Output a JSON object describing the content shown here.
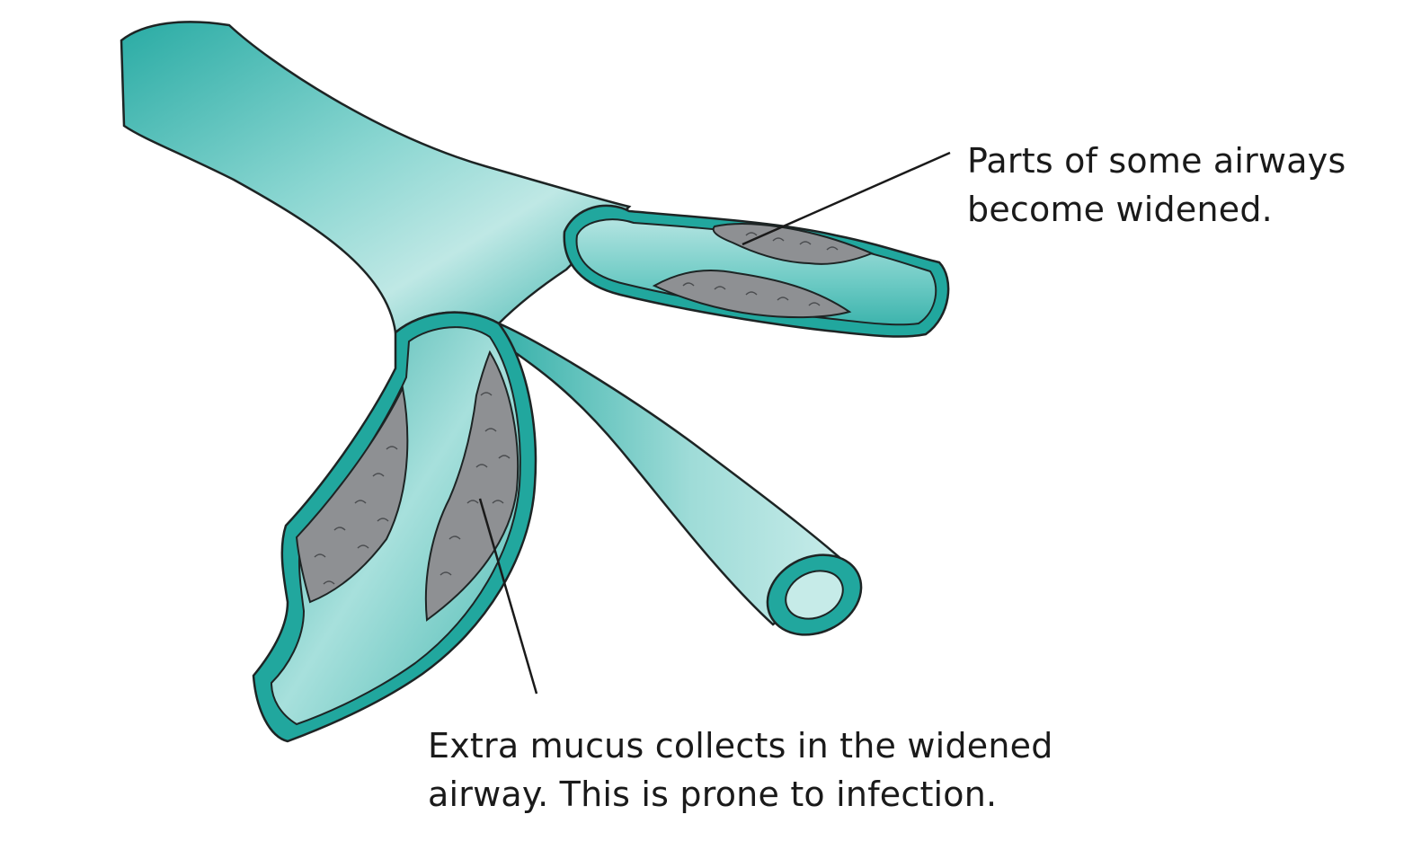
{
  "colors": {
    "tissue_light": "#bfe8e5",
    "tissue_mid": "#6cc9c3",
    "tissue_dark": "#1e9e98",
    "wall": "#21a79e",
    "outline": "#1d2424",
    "mucus": "#8e9093",
    "mucus_dark": "#4a4c4f"
  },
  "icons": {
    "bronchi": "branching-airway-illustration",
    "mucus": "mucus-deposit"
  },
  "annotations": {
    "widened_airways": {
      "line1": "Parts of some airways",
      "line2": "become widened."
    },
    "extra_mucus": {
      "line1": "Extra mucus collects in the widened",
      "line2": "airway. This is prone to infection."
    }
  }
}
